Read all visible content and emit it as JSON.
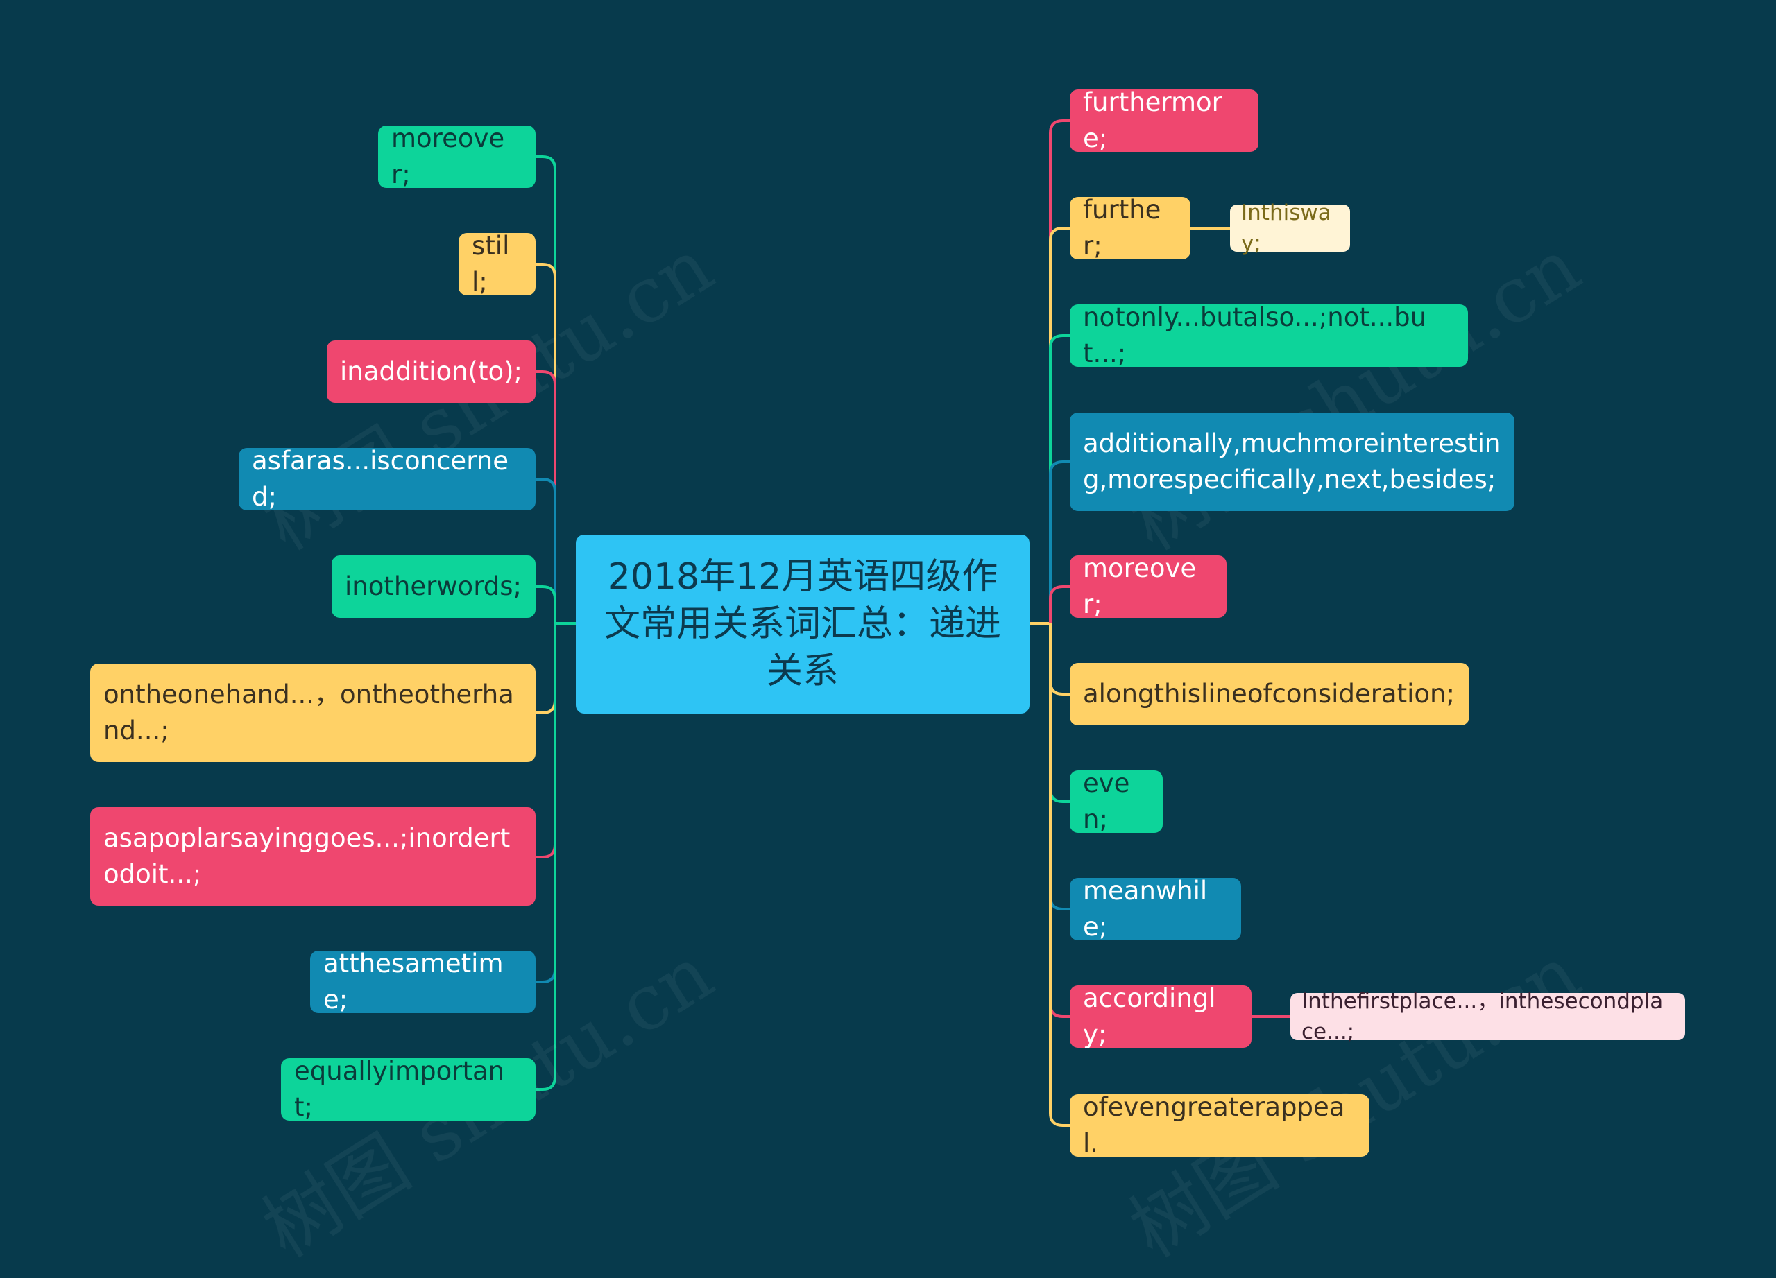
{
  "root": {
    "title": "2018年12月英语四级作文常用关系词汇总：递进关系"
  },
  "left": [
    {
      "label": "moreover;",
      "color": "#0dd49a"
    },
    {
      "label": "still;",
      "color": "#ffd166"
    },
    {
      "label": "inaddition(to);",
      "color": "#ef476f"
    },
    {
      "label": "asfaras...isconcerned;",
      "color": "#118ab2"
    },
    {
      "label": "inotherwords;",
      "color": "#0dd49a"
    },
    {
      "label": "ontheonehand...，ontheotherhand...;",
      "color": "#ffd166"
    },
    {
      "label": "asapoplarsayinggoes...;inordertodoit...;",
      "color": "#ef476f"
    },
    {
      "label": "atthesametime;",
      "color": "#118ab2"
    },
    {
      "label": "equallyimportant;",
      "color": "#0dd49a"
    }
  ],
  "right": [
    {
      "label": "furthermore;",
      "color": "#ef476f"
    },
    {
      "label": "further;",
      "color": "#ffd166",
      "child": "Inthisway;"
    },
    {
      "label": "notonly...butalso...;not...but...;",
      "color": "#0dd49a"
    },
    {
      "label": "additionally,muchmoreinteresting,morespecifically,next,besides;",
      "color": "#118ab2"
    },
    {
      "label": "moreover;",
      "color": "#ef476f"
    },
    {
      "label": "alongthislineofconsideration;",
      "color": "#ffd166"
    },
    {
      "label": "even;",
      "color": "#0dd49a"
    },
    {
      "label": "meanwhile;",
      "color": "#118ab2"
    },
    {
      "label": "accordingly;",
      "color": "#ef476f",
      "child": "Inthefirstplace...，inthesecondplace...;"
    },
    {
      "label": "ofevengreaterappeal.",
      "color": "#ffd166"
    }
  ],
  "watermarks": [
    "树图 shutu.cn",
    "树图 shutu.cn",
    "树图 shutu.cn",
    "树图 shutu.cn"
  ]
}
